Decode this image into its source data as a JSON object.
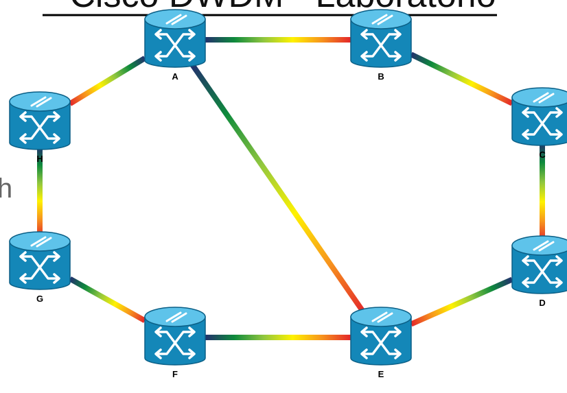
{
  "header": {
    "title_fragment": "Cisco DWDM - Laboratorio",
    "underline_color": "#000000"
  },
  "side_text": "h",
  "colors": {
    "node_body": "#1487b8",
    "node_top": "#5ec3ea",
    "node_glyph": "#ffffff",
    "gradient_stops": [
      "#23306e",
      "#0e8a3c",
      "#8fc63f",
      "#fff200",
      "#f7941d",
      "#e3262a"
    ]
  },
  "nodes": [
    {
      "id": "A",
      "label": "A",
      "icon": "optical-switch-icon"
    },
    {
      "id": "B",
      "label": "B",
      "icon": "optical-switch-icon"
    },
    {
      "id": "C",
      "label": "C",
      "icon": "optical-switch-icon"
    },
    {
      "id": "D",
      "label": "D",
      "icon": "optical-switch-icon"
    },
    {
      "id": "E",
      "label": "E",
      "icon": "optical-switch-icon"
    },
    {
      "id": "F",
      "label": "F",
      "icon": "optical-switch-icon"
    },
    {
      "id": "G",
      "label": "G",
      "icon": "optical-switch-icon"
    },
    {
      "id": "H",
      "label": "H",
      "icon": "optical-switch-icon"
    }
  ],
  "links": [
    {
      "from": "A",
      "to": "B"
    },
    {
      "from": "B",
      "to": "C"
    },
    {
      "from": "C",
      "to": "D"
    },
    {
      "from": "D",
      "to": "E"
    },
    {
      "from": "E",
      "to": "F"
    },
    {
      "from": "F",
      "to": "G"
    },
    {
      "from": "G",
      "to": "H"
    },
    {
      "from": "H",
      "to": "A"
    },
    {
      "from": "A",
      "to": "E"
    }
  ]
}
